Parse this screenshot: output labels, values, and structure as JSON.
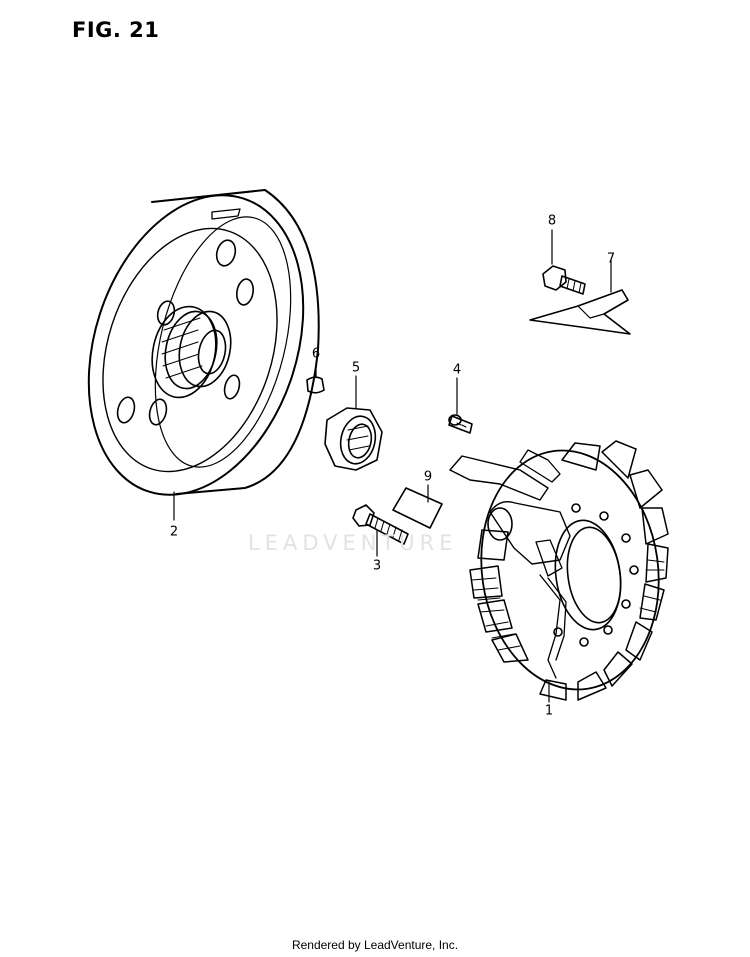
{
  "figure": {
    "title": "FIG. 21"
  },
  "callouts": [
    {
      "id": "1",
      "label": "1"
    },
    {
      "id": "2",
      "label": "2"
    },
    {
      "id": "3",
      "label": "3"
    },
    {
      "id": "4",
      "label": "4"
    },
    {
      "id": "5",
      "label": "5"
    },
    {
      "id": "6",
      "label": "6"
    },
    {
      "id": "7",
      "label": "7"
    },
    {
      "id": "8",
      "label": "8"
    },
    {
      "id": "9",
      "label": "9"
    }
  ],
  "watermark": {
    "text": "LEADVENTURE"
  },
  "footer": {
    "text": "Rendered by LeadVenture, Inc."
  }
}
